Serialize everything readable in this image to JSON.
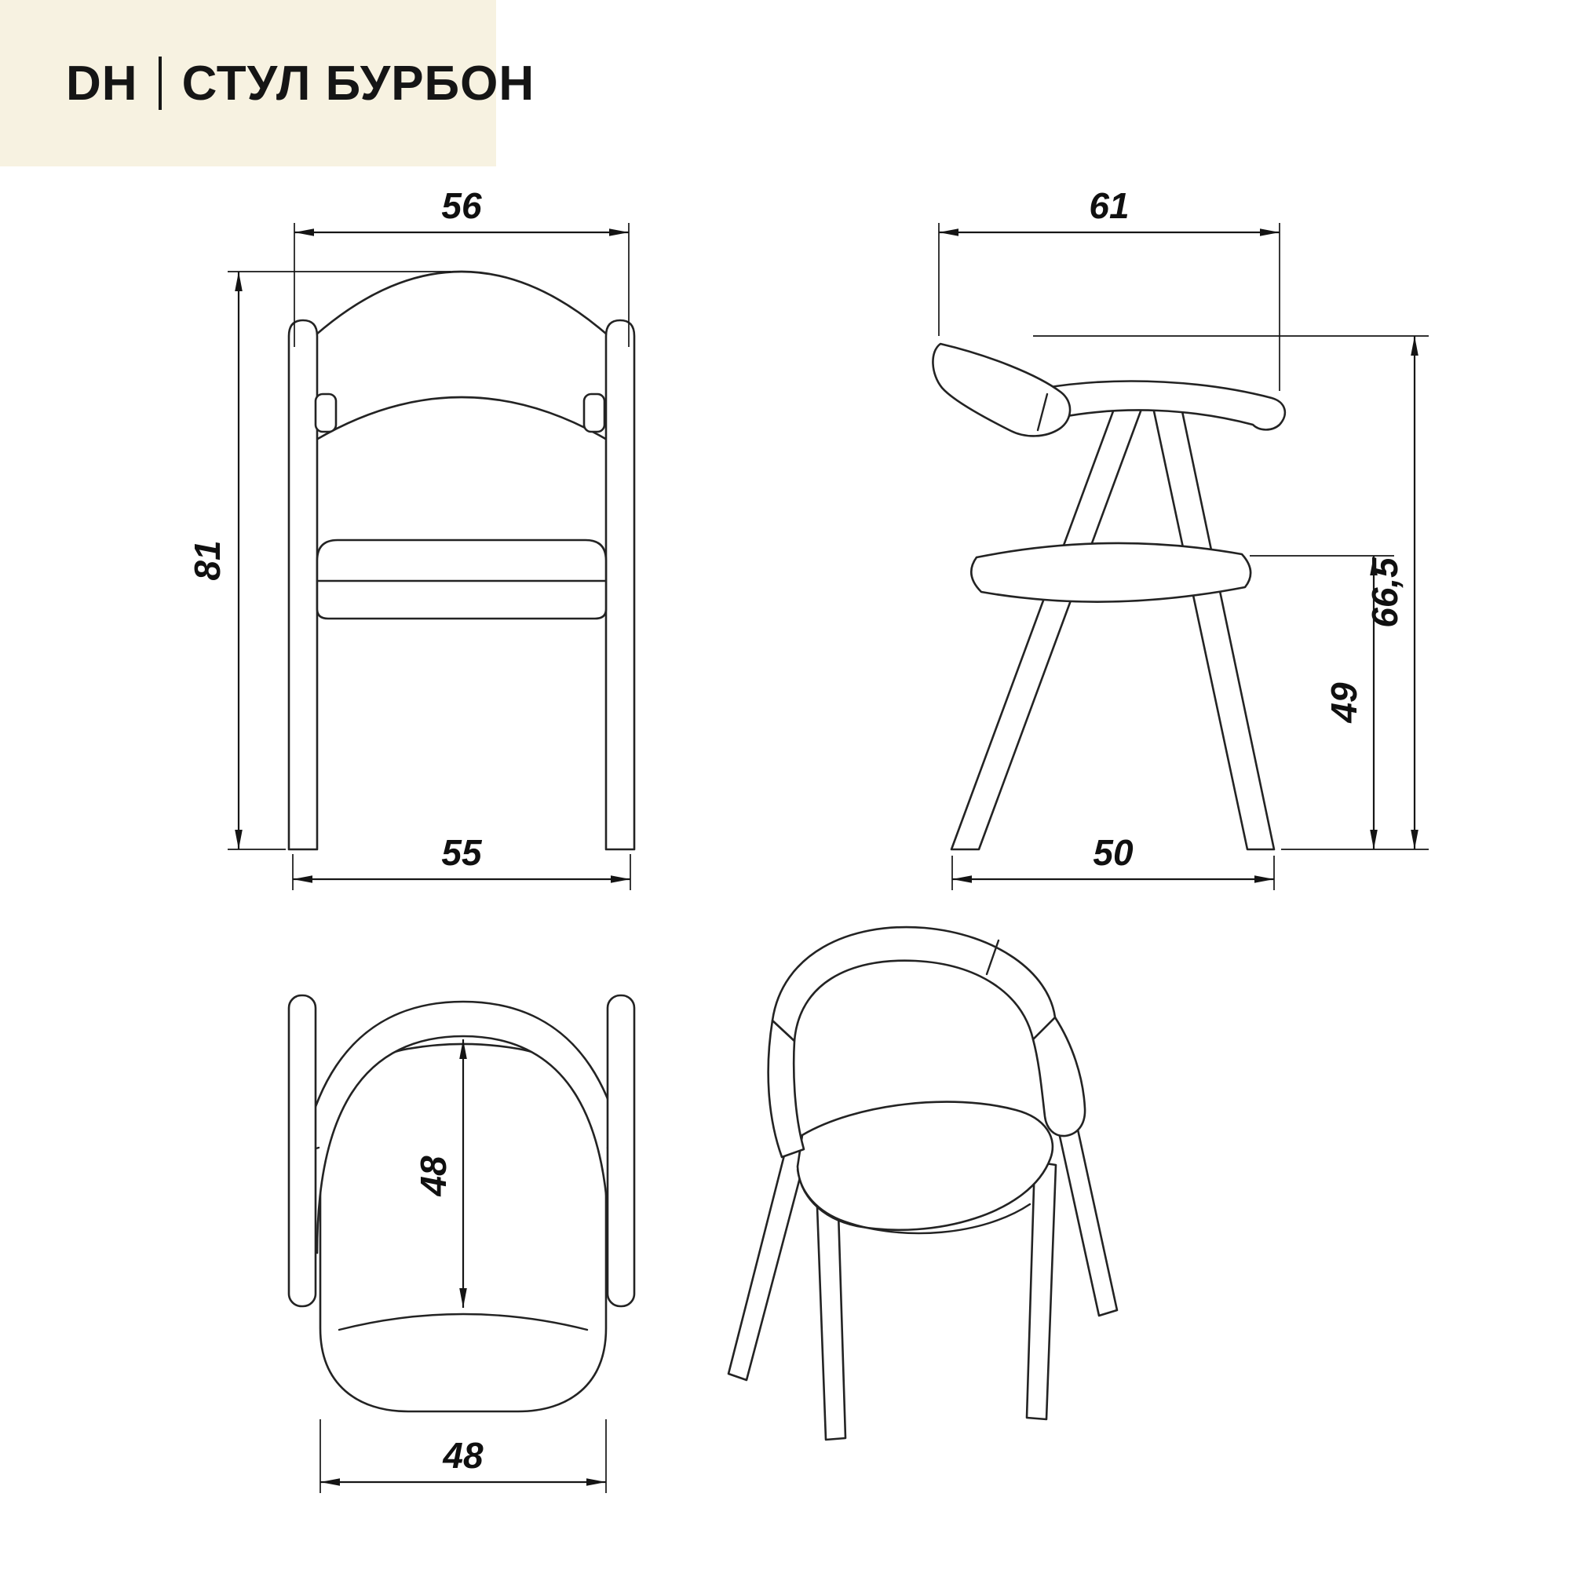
{
  "header": {
    "brand": "DH",
    "product_name": "СТУЛ БУРБОН"
  },
  "colors": {
    "header_background": "#f7f2e1",
    "ink": "#1a1a1a",
    "page_background": "#ffffff"
  },
  "views": {
    "front": {
      "dimensions": {
        "top_width": "56",
        "height": "81",
        "bottom_width": "55"
      }
    },
    "side": {
      "dimensions": {
        "depth": "61",
        "back_height": "66,5",
        "seat_height": "49",
        "base_depth": "50"
      }
    },
    "top": {
      "dimensions": {
        "seat_depth": "48",
        "seat_width": "48"
      }
    }
  }
}
